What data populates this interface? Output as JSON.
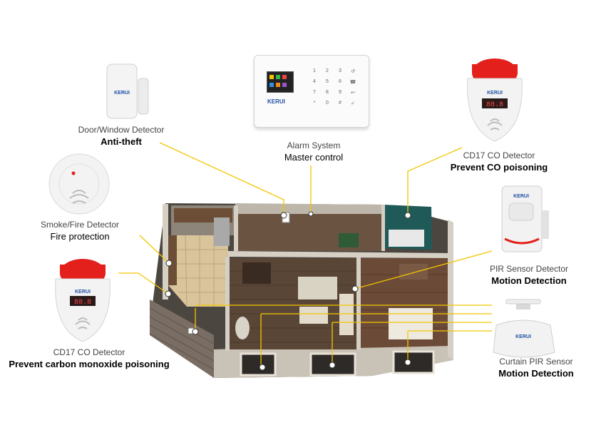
{
  "brand": "KERUI",
  "devices": {
    "door_window": {
      "name": "Door/Window Detector",
      "function": "Anti-theft"
    },
    "alarm": {
      "name": "Alarm System",
      "function": "Master control"
    },
    "co_top": {
      "name": "CD17 CO Detector",
      "function": "Prevent CO poisoning"
    },
    "smoke": {
      "name": "Smoke/Fire Detector",
      "function": "Fire protection"
    },
    "pir": {
      "name": "PIR Sensor Detector",
      "function": "Motion Detection"
    },
    "co_bottom": {
      "name": "CD17 CO Detector",
      "function": "Prevent carbon monoxide poisoning"
    },
    "curtain": {
      "name": "Curtain PIR Sensor",
      "function": "Motion Detection"
    }
  },
  "keypad_keys": [
    "1",
    "2",
    "3",
    "↺",
    "4",
    "5",
    "6",
    "☎",
    "7",
    "8",
    "9",
    "↩",
    "*",
    "0",
    "#",
    "✓"
  ],
  "co_display": "88.8",
  "colors": {
    "wire": "#f2c500",
    "red_cap": "#e3201b",
    "floor_wood": "#5a4636",
    "wall": "#8a8072"
  }
}
